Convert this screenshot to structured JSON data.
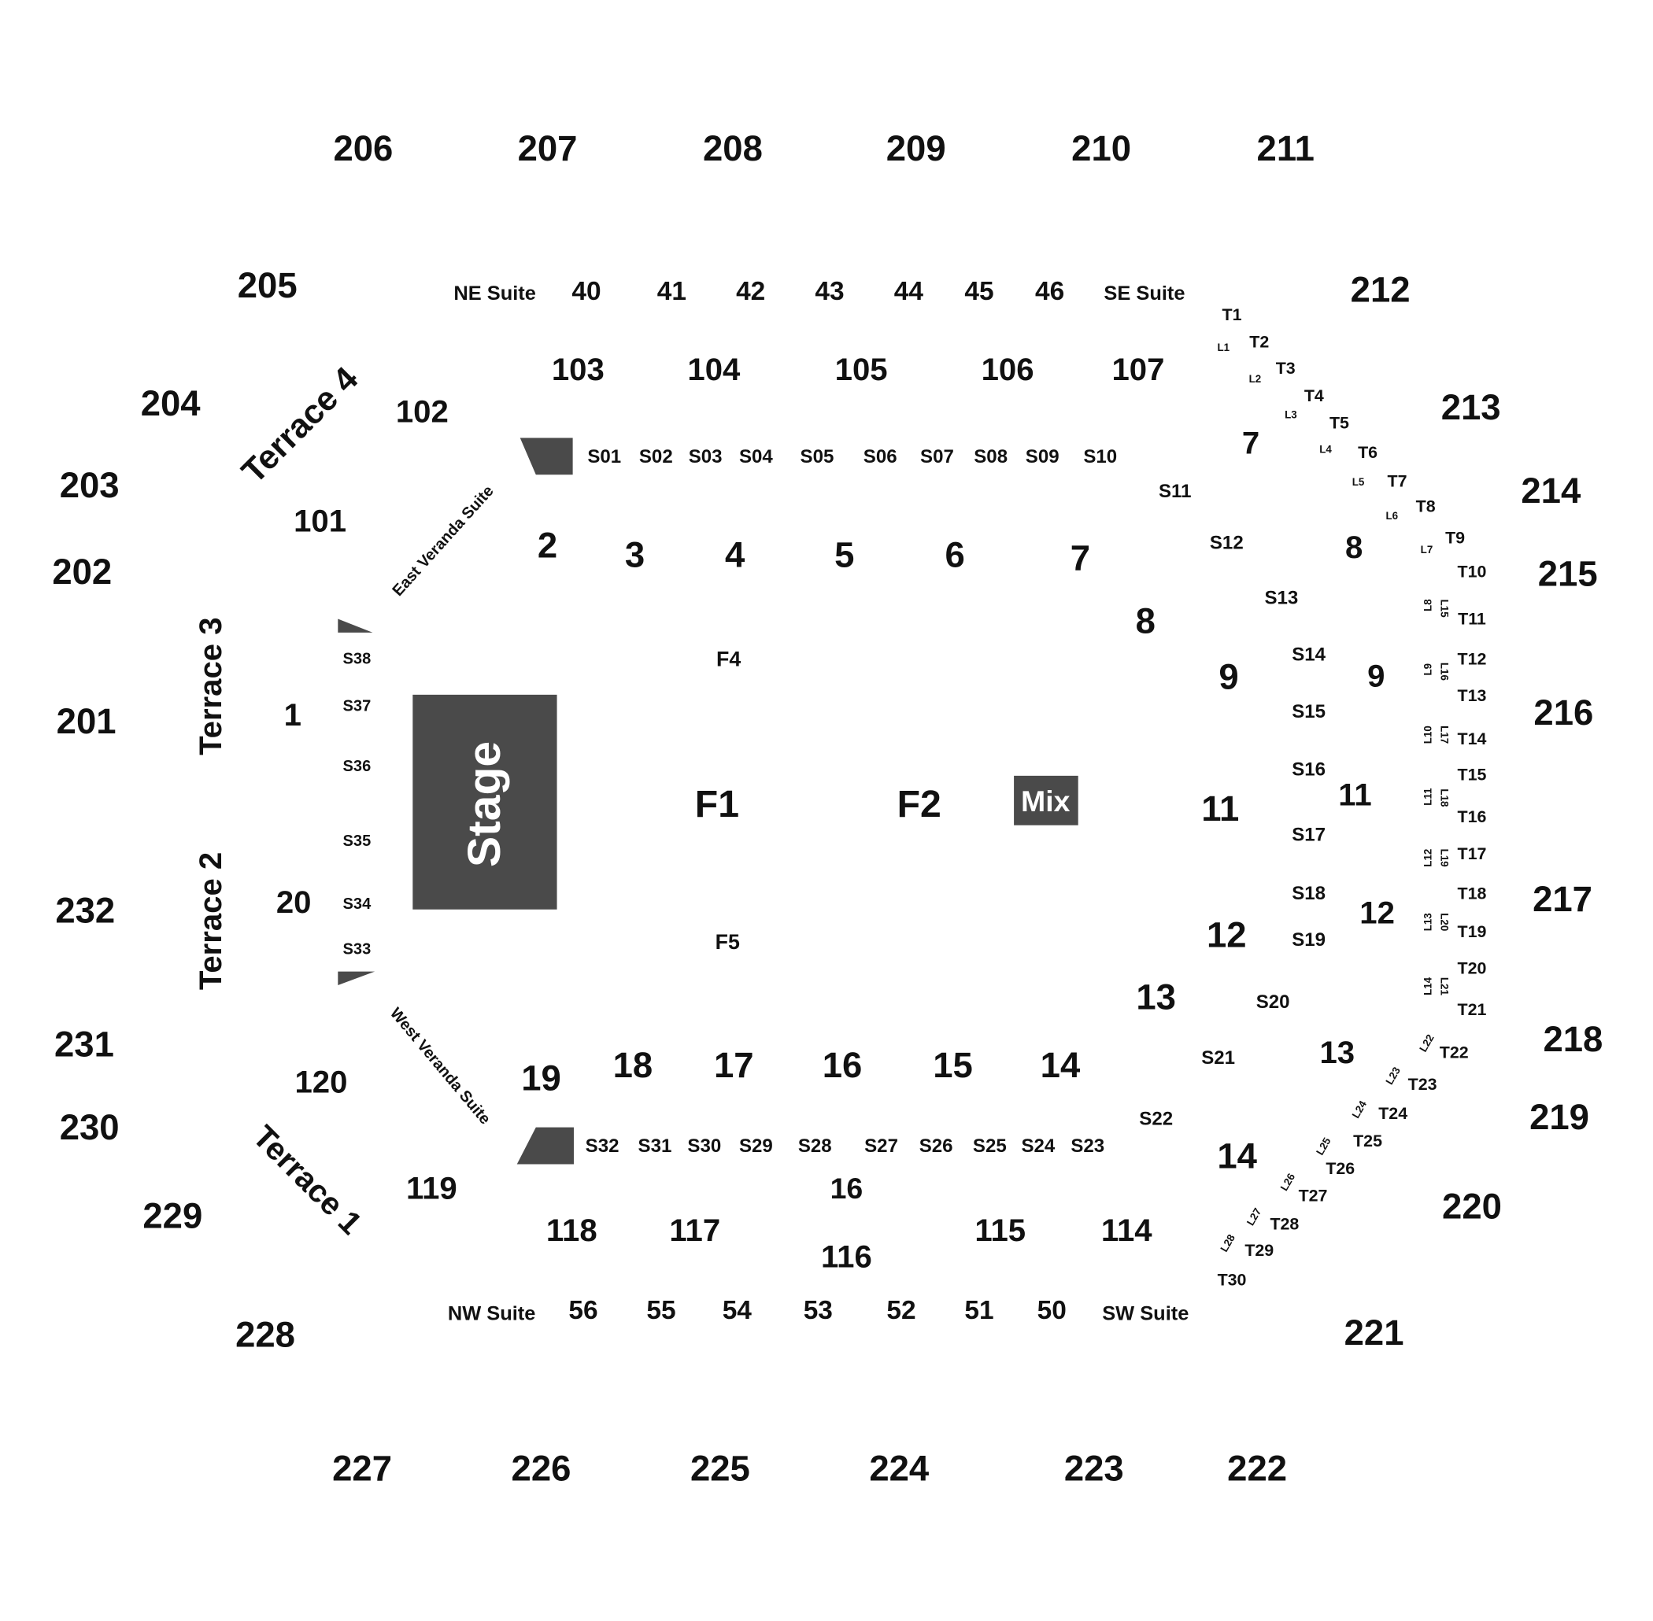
{
  "colors": {
    "background": "#ffffff",
    "label": "#111111",
    "block": "#4a4a4a",
    "block_text": "#ffffff"
  },
  "stage": {
    "label": "Stage"
  },
  "mix": {
    "label": "Mix"
  },
  "upper_sections": [
    "206",
    "207",
    "208",
    "209",
    "210",
    "211",
    "205",
    "212",
    "204",
    "213",
    "203",
    "214",
    "202",
    "215",
    "201",
    "216",
    "232",
    "217",
    "231",
    "218",
    "230",
    "219",
    "229",
    "220",
    "228",
    "221",
    "227",
    "226",
    "225",
    "224",
    "223",
    "222"
  ],
  "lower_sections": [
    "103",
    "104",
    "105",
    "106",
    "107",
    "102",
    "101",
    "120",
    "119",
    "118",
    "117",
    "116",
    "115",
    "114"
  ],
  "terraces": [
    "Terrace 4",
    "Terrace 3",
    "Terrace 2",
    "Terrace 1"
  ],
  "suites": [
    "NE Suite",
    "SE Suite",
    "NW Suite",
    "SW Suite"
  ],
  "verandas": [
    "East Veranda Suite",
    "West Veranda Suite"
  ],
  "suite_boxes": [
    "40",
    "41",
    "42",
    "43",
    "44",
    "45",
    "46",
    "56",
    "55",
    "54",
    "53",
    "52",
    "51",
    "50"
  ],
  "floor": [
    "F1",
    "F2",
    "F4",
    "F5"
  ],
  "riser_sections": [
    "1",
    "20",
    "2",
    "3",
    "4",
    "5",
    "6",
    "7",
    "8",
    "9",
    "11",
    "12",
    "13",
    "14",
    "19",
    "18",
    "17",
    "16",
    "15",
    "14",
    "13",
    "12",
    "11",
    "9",
    "8",
    "7",
    "16"
  ],
  "s_seats": [
    "S01",
    "S02",
    "S03",
    "S04",
    "S05",
    "S06",
    "S07",
    "S08",
    "S09",
    "S10",
    "S11",
    "S12",
    "S13",
    "S14",
    "S15",
    "S16",
    "S17",
    "S18",
    "S19",
    "S20",
    "S21",
    "S22",
    "S23",
    "S24",
    "S25",
    "S26",
    "S27",
    "S28",
    "S29",
    "S30",
    "S31",
    "S32",
    "S33",
    "S34",
    "S35",
    "S36",
    "S37",
    "S38"
  ],
  "t_seats": [
    "T1",
    "T2",
    "T3",
    "T4",
    "T5",
    "T6",
    "T7",
    "T8",
    "T9",
    "T10",
    "T11",
    "T12",
    "T13",
    "T14",
    "T15",
    "T16",
    "T17",
    "T18",
    "T19",
    "T20",
    "T21",
    "T22",
    "T23",
    "T24",
    "T25",
    "T26",
    "T27",
    "T28",
    "T29",
    "T30"
  ],
  "l_seats": [
    "L1",
    "L2",
    "L3",
    "L4",
    "L5",
    "L6",
    "L7",
    "L8",
    "L9",
    "L10",
    "L11",
    "L12",
    "L13",
    "L14",
    "L15",
    "L16",
    "L17",
    "L18",
    "L19",
    "L20",
    "L21",
    "L22",
    "L23",
    "L24",
    "L25",
    "L26",
    "L27",
    "L28"
  ]
}
